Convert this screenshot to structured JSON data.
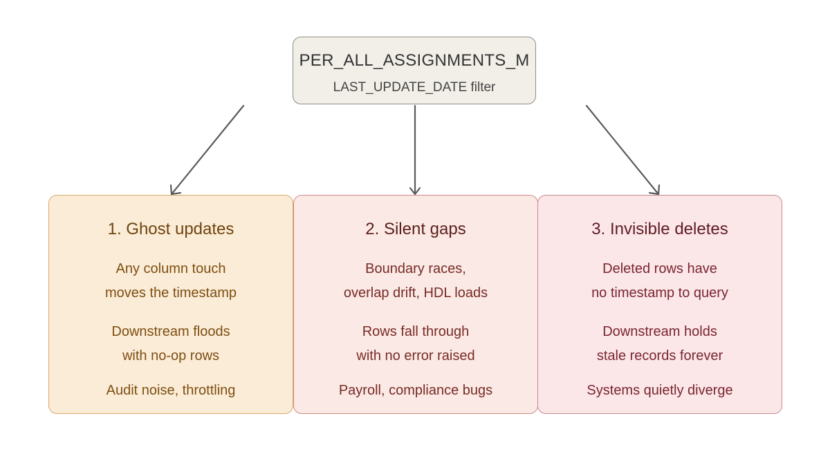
{
  "root": {
    "title": "PER_ALL_ASSIGNMENTS_M",
    "subtitle": "LAST_UPDATE_DATE filter"
  },
  "cards": [
    {
      "title": "1. Ghost updates",
      "cause": [
        "Any column touch",
        "moves the timestamp"
      ],
      "effect": [
        "Downstream floods",
        "with no-op rows"
      ],
      "impact": "Audit noise, throttling"
    },
    {
      "title": "2. Silent gaps",
      "cause": [
        "Boundary races,",
        "overlap drift, HDL loads"
      ],
      "effect": [
        "Rows fall through",
        "with no error raised"
      ],
      "impact": "Payroll, compliance bugs"
    },
    {
      "title": "3. Invisible deletes",
      "cause": [
        "Deleted rows have",
        "no timestamp to query"
      ],
      "effect": [
        "Downstream holds",
        "stale records forever"
      ],
      "impact": "Systems quietly diverge"
    }
  ],
  "colors": {
    "root_fill": "#f2efe8",
    "card1_fill": "#fbecd7",
    "card2_fill": "#fbe9e6",
    "card3_fill": "#fbe6e8",
    "arrow": "#5a5a5a"
  }
}
